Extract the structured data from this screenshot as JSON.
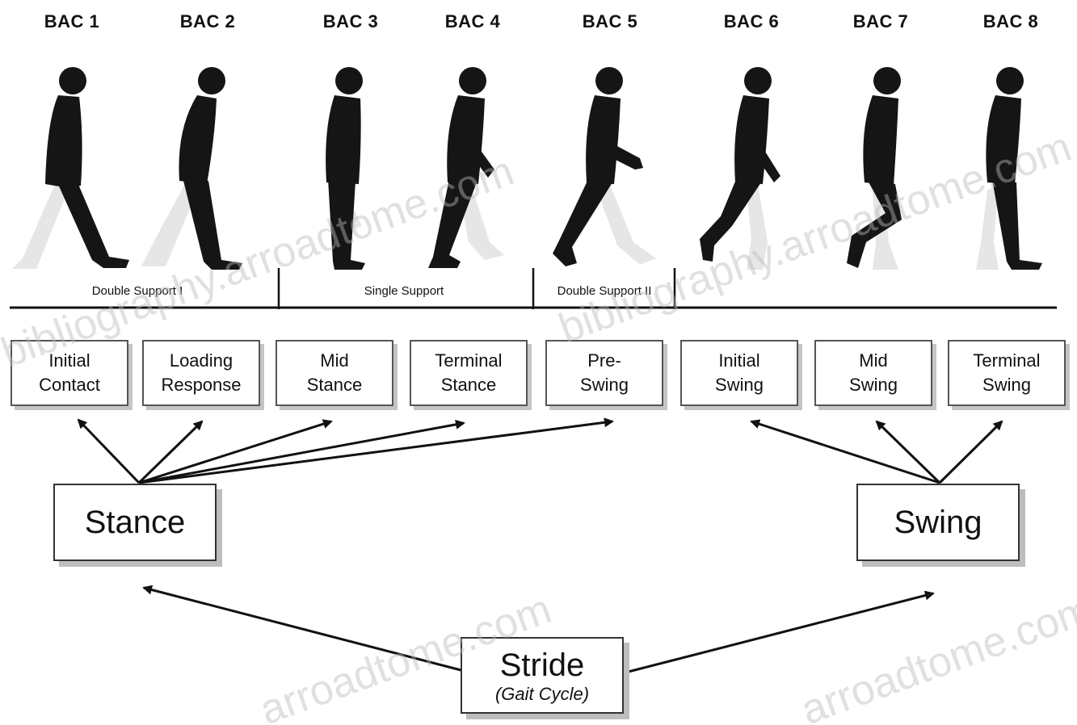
{
  "bac_labels": [
    "BAC 1",
    "BAC 2",
    "BAC 3",
    "BAC 4",
    "BAC 5",
    "BAC 6",
    "BAC 7",
    "BAC 8"
  ],
  "support_labels": {
    "double_1": "Double Support I",
    "single": "Single Support",
    "double_2": "Double Support II"
  },
  "phases": [
    "Initial\nContact",
    "Loading\nResponse",
    "Mid\nStance",
    "Terminal\nStance",
    "Pre-\nSwing",
    "Initial\nSwing",
    "Mid\nSwing",
    "Terminal\nSwing"
  ],
  "stance": "Stance",
  "swing": "Swing",
  "stride": {
    "title": "Stride",
    "subtitle": "(Gait Cycle)"
  },
  "watermarks": [
    "bibliography.arroadtome.com",
    "arroadtome.com"
  ],
  "colors": {
    "figure": "#151515",
    "ghost": "#e4e4e4",
    "line": "#111111",
    "shadow": "#c4c4c4"
  }
}
